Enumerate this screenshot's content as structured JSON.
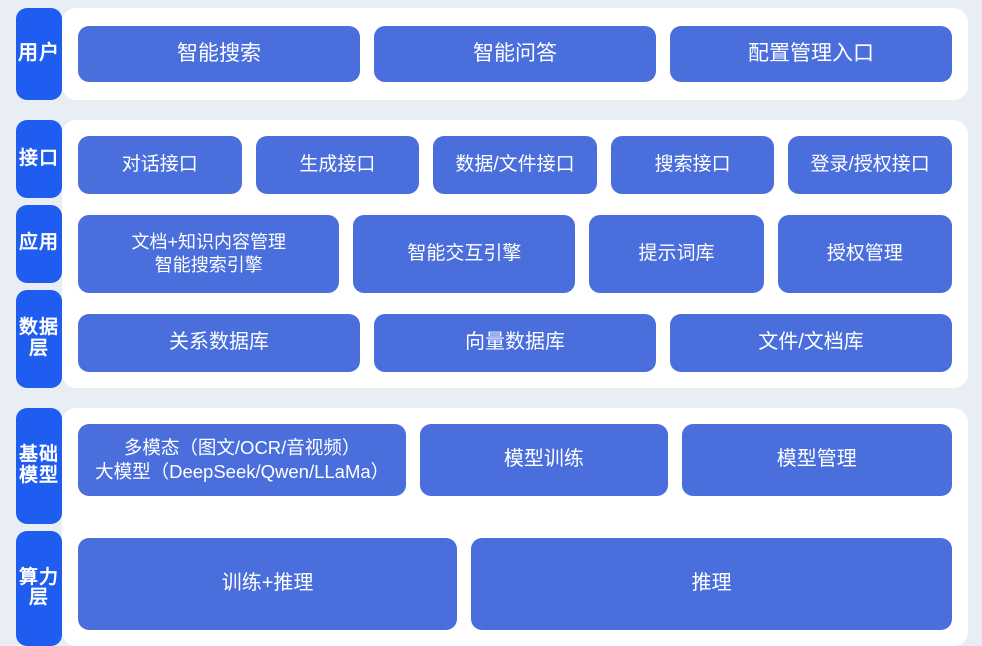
{
  "theme": {
    "page_background": "#e9eef5",
    "panel_background": "#ffffff",
    "tab_color": "#1f5df0",
    "box_color": "#4a6fdd",
    "text_color": "#ffffff"
  },
  "sections": [
    {
      "id": "user",
      "tabs": [
        "用户"
      ],
      "rows": [
        {
          "id": "user-row",
          "boxes": [
            "智能搜索",
            "智能问答",
            "配置管理入口"
          ]
        }
      ]
    },
    {
      "id": "mid",
      "tabs": [
        "接口",
        "应用",
        "数据层"
      ],
      "rows": [
        {
          "id": "api-row",
          "boxes": [
            "对话接口",
            "生成接口",
            "数据/文件接口",
            "搜索接口",
            "登录/授权接口"
          ]
        },
        {
          "id": "app-row",
          "boxes": [
            "文档+知识内容管理\n智能搜索引擎",
            "智能交互引擎",
            "提示词库",
            "授权管理"
          ]
        },
        {
          "id": "data-row",
          "boxes": [
            "关系数据库",
            "向量数据库",
            "文件/文档库"
          ]
        }
      ]
    },
    {
      "id": "base",
      "tabs": [
        "基础模型",
        "算力层"
      ],
      "rows": [
        {
          "id": "model-row",
          "boxes": [
            "多模态（图文/OCR/音视频）\n大模型（DeepSeek/Qwen/LLaMa）",
            "模型训练",
            "模型管理"
          ]
        },
        {
          "id": "compute-row",
          "boxes": [
            "训练+推理",
            "推理"
          ]
        }
      ]
    }
  ],
  "labels": {
    "user": "用户",
    "interface": "接口",
    "application": "应用",
    "data_layer": "数据层",
    "base_model": "基础模型",
    "compute_layer": "算力层",
    "smart_search": "智能搜索",
    "smart_qa": "智能问答",
    "config_entry": "配置管理入口",
    "dialog_api": "对话接口",
    "generate_api": "生成接口",
    "data_file_api": "数据/文件接口",
    "search_api": "搜索接口",
    "login_auth_api": "登录/授权接口",
    "doc_knowledge": "文档+知识内容管理\n智能搜索引擎",
    "interaction_engine": "智能交互引擎",
    "prompt_library": "提示词库",
    "auth_management": "授权管理",
    "relational_db": "关系数据库",
    "vector_db": "向量数据库",
    "file_doc_db": "文件/文档库",
    "multimodal_llm": "多模态（图文/OCR/音视频）\n大模型（DeepSeek/Qwen/LLaMa）",
    "model_training": "模型训练",
    "model_management": "模型管理",
    "train_infer": "训练+推理",
    "infer": "推理"
  }
}
